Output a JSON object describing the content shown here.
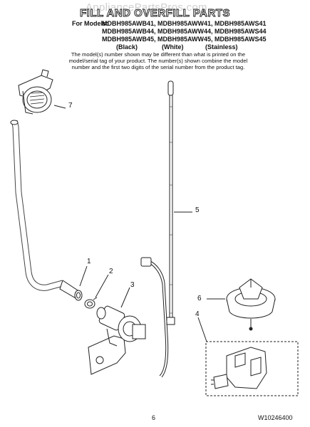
{
  "watermark": "AppliancePartsPros.com",
  "title": "FILL AND OVERFILL PARTS",
  "models_label": "For Models:",
  "model_rows": [
    "MDBH985AWB41, MDBH985AWW41, MDBH985AWS41",
    "MDBH985AWB44, MDBH985AWW44, MDBH985AWS44",
    "MDBH985AWB45, MDBH985AWW45, MDBH985AWS45"
  ],
  "colors": [
    "(Black)",
    "(White)",
    "(Stainless)"
  ],
  "note": "The model(s) number shown may be different than what is printed on the model/serial tag of your product. The number(s) shown combine the model number and the first two digits of the serial number from the product tag.",
  "callouts": [
    "7",
    "5",
    "1",
    "2",
    "3",
    "6",
    "4"
  ],
  "page_number": "6",
  "doc_code": "W10246400"
}
